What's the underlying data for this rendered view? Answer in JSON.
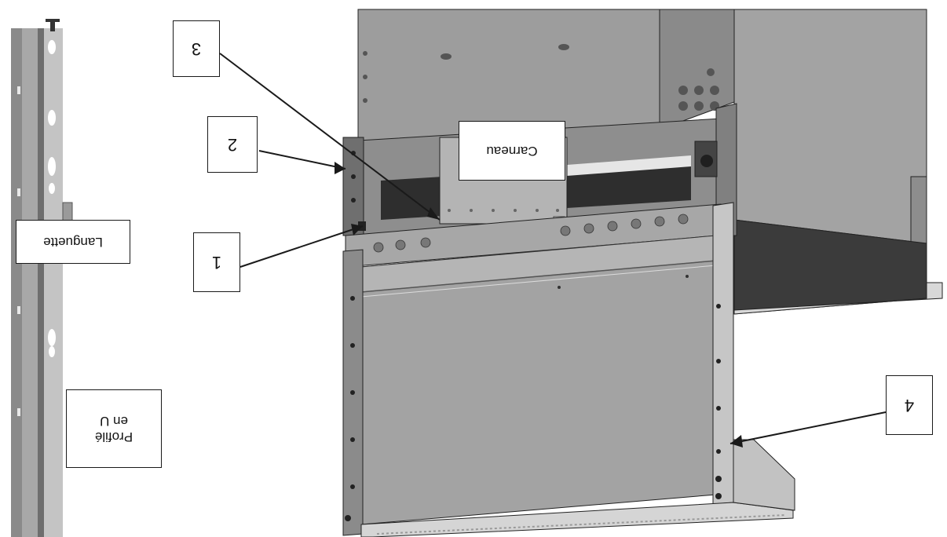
{
  "diagram": {
    "orientation": "rotated 180 degrees",
    "callouts": {
      "c1": "1",
      "c2": "2",
      "c3": "3",
      "c4": "4",
      "carneau": "Carneau",
      "languette": "Languette",
      "profile": "Profilé\nen U"
    },
    "colors": {
      "ink": "#1a1a1a",
      "metal_dark": "#7a7a7a",
      "metal_mid": "#a9a9a9",
      "metal_light": "#c8c8c8",
      "paper": "#ffffff"
    }
  }
}
